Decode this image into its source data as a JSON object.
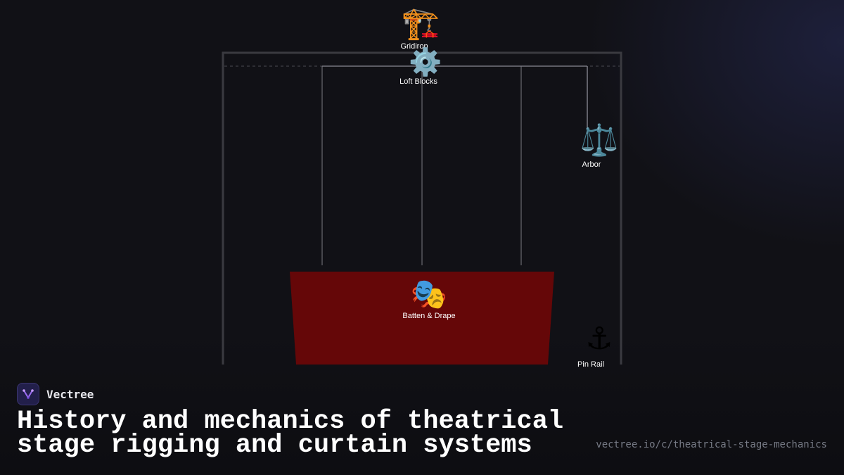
{
  "diagram": {
    "nodes": {
      "gridiron": {
        "icon": "construction-crane-icon",
        "glyph": "🏗️",
        "label": "Gridiron"
      },
      "loft_blocks": {
        "icon": "gear-icon",
        "glyph": "⚙️",
        "label": "Loft Blocks"
      },
      "arbor": {
        "icon": "balance-scale-icon",
        "glyph": "⚖️",
        "label": "Arbor"
      },
      "batten_drape": {
        "icon": "theater-masks-icon",
        "glyph": "🎭",
        "label": "Batten & Drape"
      },
      "pin_rail": {
        "icon": "anchor-icon",
        "glyph": "⚓",
        "label": "Pin Rail"
      }
    },
    "colors": {
      "background": "#111116",
      "frame": "#3a3a40",
      "lines": "#8a8a92",
      "drape": "#650708"
    }
  },
  "brand": {
    "name": "Vectree",
    "icon": "vectree-logo-icon"
  },
  "title": "History and mechanics of theatrical stage rigging and curtain systems",
  "url": "vectree.io/c/theatrical-stage-mechanics"
}
